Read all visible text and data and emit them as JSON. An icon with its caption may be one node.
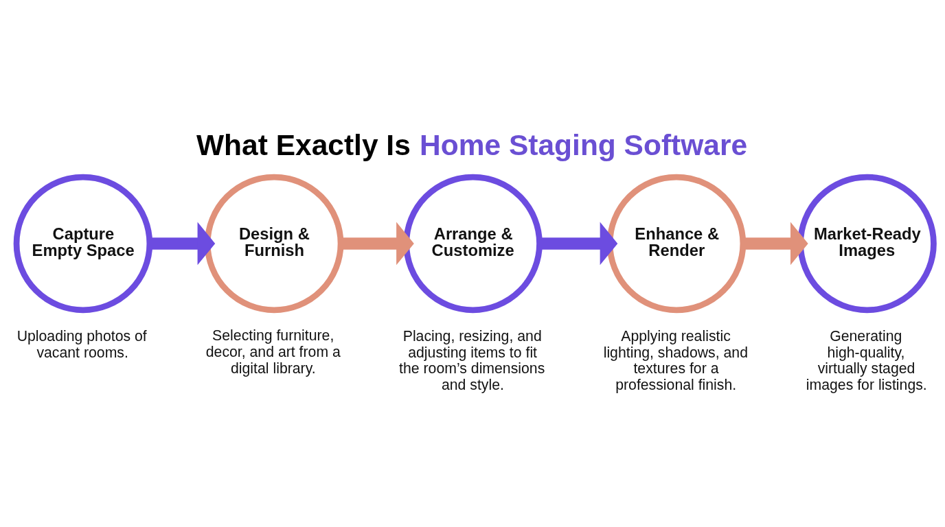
{
  "diagram": {
    "title": "What Exactly Is Home Staging Software",
    "nodes": [
      {
        "text": [
          "Capture Empty Space"
        ],
        "beside": [
          "Uploading photos of vacant rooms."
        ]
      },
      {
        "text": [
          "Design & Furnish"
        ],
        "beside": [
          "Selecting furniture, decor, and art from a digital library."
        ]
      },
      {
        "text": [
          "Arrange & Customize"
        ],
        "beside": [
          "Placing, resizing, and adjusting items to fit the room’s dimensions and style."
        ]
      },
      {
        "text": [
          "Enhance & Render"
        ],
        "beside": [
          "Applying realistic lighting, shadows, and textures for a professional finish."
        ]
      },
      {
        "text": [
          "Market-Ready Images"
        ],
        "beside": [
          "Generating high-quality, virtually staged images for listings."
        ]
      }
    ],
    "edges": [
      {
        "from": 0,
        "to": 1,
        "arrow": "to",
        "color": "#6c4ce0"
      },
      {
        "from": 1,
        "to": 2,
        "arrow": "to",
        "color": "#e0917a"
      },
      {
        "from": 2,
        "to": 3,
        "arrow": "to",
        "color": "#6c4ce0"
      },
      {
        "from": 3,
        "to": 4,
        "arrow": "to",
        "color": "#e0917a"
      }
    ]
  }
}
